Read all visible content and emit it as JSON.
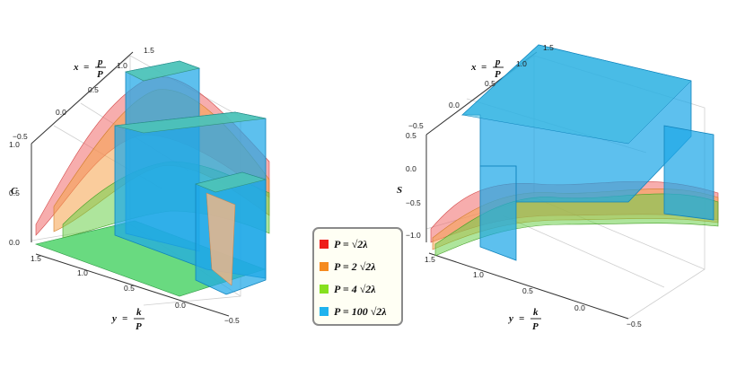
{
  "chart_data": [
    {
      "type": "surface3d",
      "z_label": "C",
      "x_label": {
        "lhs": "x",
        "num": "p",
        "den": "P"
      },
      "y_label": {
        "lhs": "y",
        "num": "k",
        "den": "P"
      },
      "x_ticks": [
        "−0.5",
        "0.0",
        "0.5",
        "1.0",
        "1.5"
      ],
      "y_ticks": [
        "1.5",
        "1.0",
        "0.5",
        "0.0",
        "−0.5"
      ],
      "z_ticks": [
        "0.0",
        "0.5",
        "1.0"
      ],
      "xlim": [
        -0.5,
        1.5
      ],
      "ylim": [
        -0.5,
        1.5
      ],
      "zlim": [
        0,
        1
      ]
    },
    {
      "type": "surface3d",
      "z_label": "S",
      "x_label": {
        "lhs": "x",
        "num": "p",
        "den": "P"
      },
      "y_label": {
        "lhs": "y",
        "num": "k",
        "den": "P"
      },
      "x_ticks": [
        "−0.5",
        "0.0",
        "0.5",
        "1.0",
        "1.5"
      ],
      "y_ticks": [
        "1.5",
        "1.0",
        "0.5",
        "0.0",
        "−0.5"
      ],
      "z_ticks": [
        "−1.0",
        "−0.5",
        "0.0",
        "0.5"
      ],
      "xlim": [
        -0.5,
        1.5
      ],
      "ylim": [
        -0.5,
        1.5
      ],
      "zlim": [
        -1,
        0.5
      ]
    }
  ],
  "legend": [
    {
      "label": "P =  √2λ",
      "color": "#ee1c1c"
    },
    {
      "label": "P = 2 √2λ",
      "color": "#f58a1f"
    },
    {
      "label": "P = 4 √2λ",
      "color": "#86e01f"
    },
    {
      "label": "P = 100 √2λ",
      "color": "#1fb3ee"
    }
  ]
}
